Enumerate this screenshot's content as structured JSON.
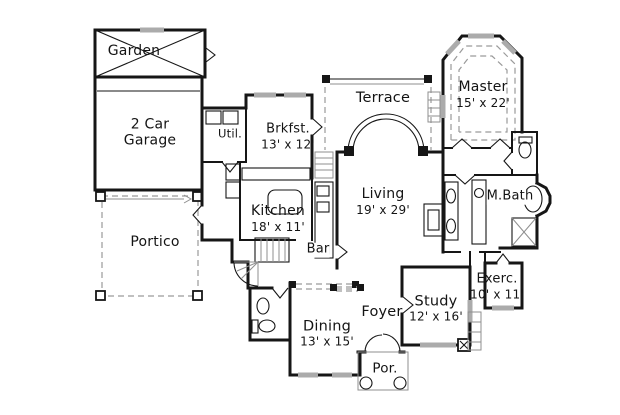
{
  "title": "House floor plan",
  "colors": {
    "background": "#ffffff",
    "wall": "#161616",
    "window_sill_gray": "#ababab",
    "dashed_gray": "#9a9a9a",
    "text": "#141414"
  },
  "rooms": {
    "garden": {
      "name": "Garden"
    },
    "garage": {
      "name": "2 Car\nGarage"
    },
    "portico": {
      "name": "Portico"
    },
    "util": {
      "name": "Util."
    },
    "brkfst": {
      "name": "Brkfst.",
      "dims": "13' x 12'"
    },
    "kitchen": {
      "name": "Kitchen",
      "dims": "18' x 11'"
    },
    "bar": {
      "name": "Bar"
    },
    "terrace": {
      "name": "Terrace"
    },
    "living": {
      "name": "Living",
      "dims": "19' x 29'"
    },
    "master": {
      "name": "Master",
      "dims": "15' x 22'"
    },
    "mbath": {
      "name": "M.Bath"
    },
    "exercise": {
      "name": "Exerc.",
      "dims": "10' x 11'"
    },
    "study": {
      "name": "Study",
      "dims": "12' x 16'"
    },
    "foyer": {
      "name": "Foyer"
    },
    "dining": {
      "name": "Dining",
      "dims": "13' x 15'"
    },
    "porch": {
      "name": "Por."
    }
  }
}
